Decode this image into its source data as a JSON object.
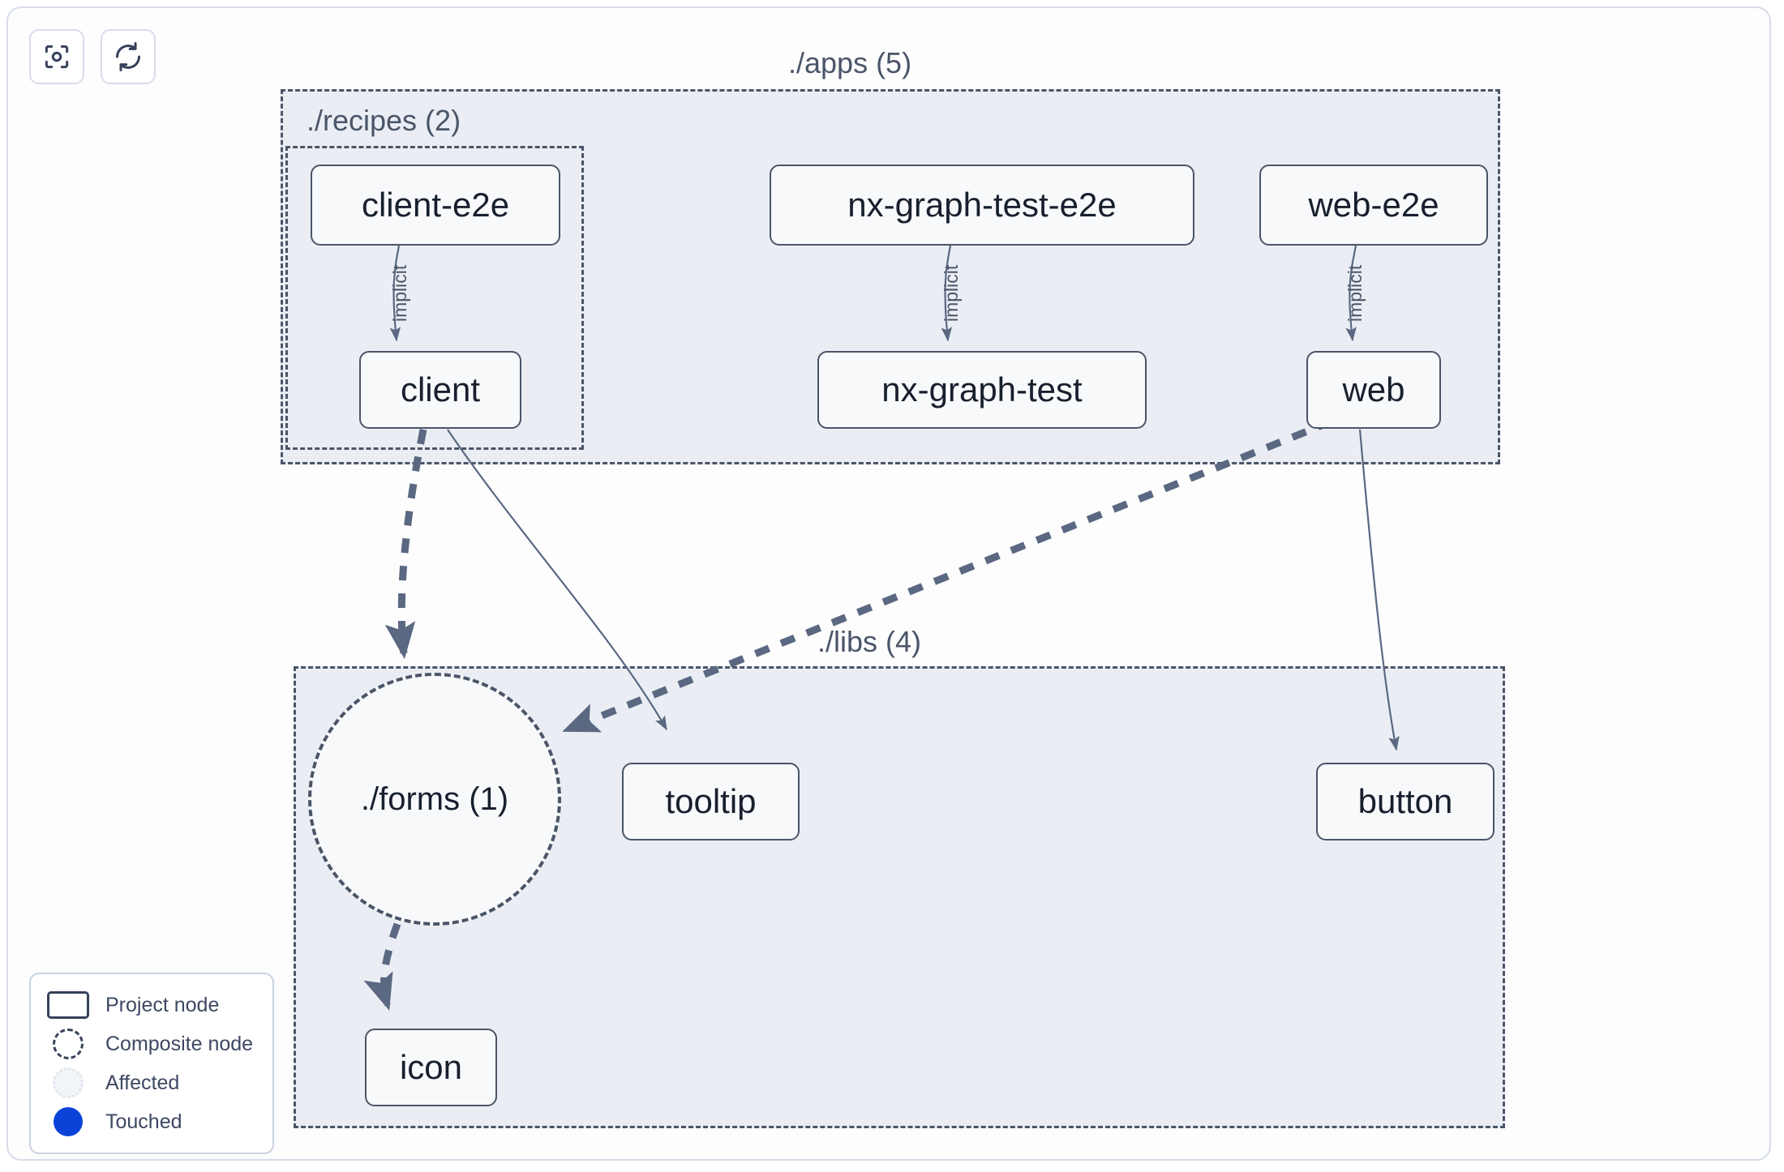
{
  "toolbar": {
    "buttons": [
      {
        "name": "focus-graph-button",
        "icon": "focus-target-icon",
        "title": "Focus graph"
      },
      {
        "name": "refresh-graph-button",
        "icon": "refresh-icon",
        "title": "Refresh graph"
      }
    ]
  },
  "graph": {
    "groups": [
      {
        "id": "apps",
        "label": "./apps (5)",
        "count": 5
      },
      {
        "id": "recipes",
        "label": "./recipes (2)",
        "count": 2
      },
      {
        "id": "libs",
        "label": "./libs (4)",
        "count": 4
      }
    ],
    "nodes": [
      {
        "id": "client-e2e",
        "label": "client-e2e",
        "type": "project",
        "group": "recipes"
      },
      {
        "id": "client",
        "label": "client",
        "type": "project",
        "group": "recipes"
      },
      {
        "id": "nx-graph-test-e2e",
        "label": "nx-graph-test-e2e",
        "type": "project",
        "group": "apps"
      },
      {
        "id": "nx-graph-test",
        "label": "nx-graph-test",
        "type": "project",
        "group": "apps"
      },
      {
        "id": "web-e2e",
        "label": "web-e2e",
        "type": "project",
        "group": "apps"
      },
      {
        "id": "web",
        "label": "web",
        "type": "project",
        "group": "apps"
      },
      {
        "id": "forms",
        "label": "./forms (1)",
        "type": "composite",
        "group": "libs"
      },
      {
        "id": "tooltip",
        "label": "tooltip",
        "type": "project",
        "group": "libs"
      },
      {
        "id": "button",
        "label": "button",
        "type": "project",
        "group": "libs"
      },
      {
        "id": "icon",
        "label": "icon",
        "type": "project",
        "group": "libs"
      }
    ],
    "edges": [
      {
        "from": "client-e2e",
        "to": "client",
        "label": "implicit",
        "style": "solid"
      },
      {
        "from": "nx-graph-test-e2e",
        "to": "nx-graph-test",
        "label": "implicit",
        "style": "solid"
      },
      {
        "from": "web-e2e",
        "to": "web",
        "label": "implicit",
        "style": "solid"
      },
      {
        "from": "client",
        "to": "forms",
        "label": "",
        "style": "dashed"
      },
      {
        "from": "client",
        "to": "tooltip",
        "label": "",
        "style": "solid"
      },
      {
        "from": "web",
        "to": "forms",
        "label": "",
        "style": "dashed"
      },
      {
        "from": "web",
        "to": "button",
        "label": "",
        "style": "solid"
      },
      {
        "from": "forms",
        "to": "icon",
        "label": "",
        "style": "dashed"
      }
    ]
  },
  "legend": {
    "items": [
      {
        "swatch": "project-node-swatch",
        "label": "Project node"
      },
      {
        "swatch": "composite-node-swatch",
        "label": "Composite node"
      },
      {
        "swatch": "affected-swatch",
        "label": "Affected"
      },
      {
        "swatch": "touched-swatch",
        "label": "Touched"
      }
    ]
  },
  "colors": {
    "group_fill": "#eaeef4",
    "group_border": "#4a5568",
    "node_fill": "#f7f9fb",
    "node_border": "#4a5568",
    "node_text": "#18202e",
    "edge": "#5a6881",
    "touched": "#0b43d9",
    "canvas": "#fdfdfe"
  }
}
